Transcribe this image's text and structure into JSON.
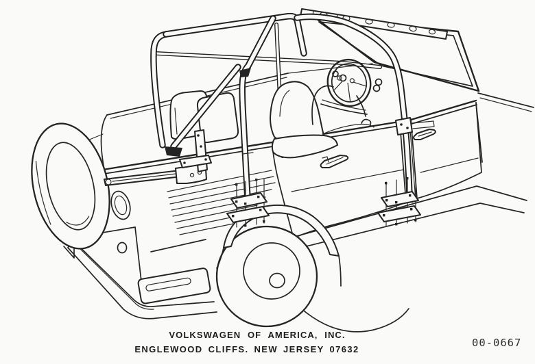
{
  "colors": {
    "paper": "#fafaf8",
    "ink": "#222222"
  },
  "footer": {
    "company_line": "VOLKSWAGEN OF AMERICA, INC.",
    "address_line": "ENGLEWOOD CLIFFS. NEW JERSEY 07632",
    "document_number": "00-0667"
  }
}
